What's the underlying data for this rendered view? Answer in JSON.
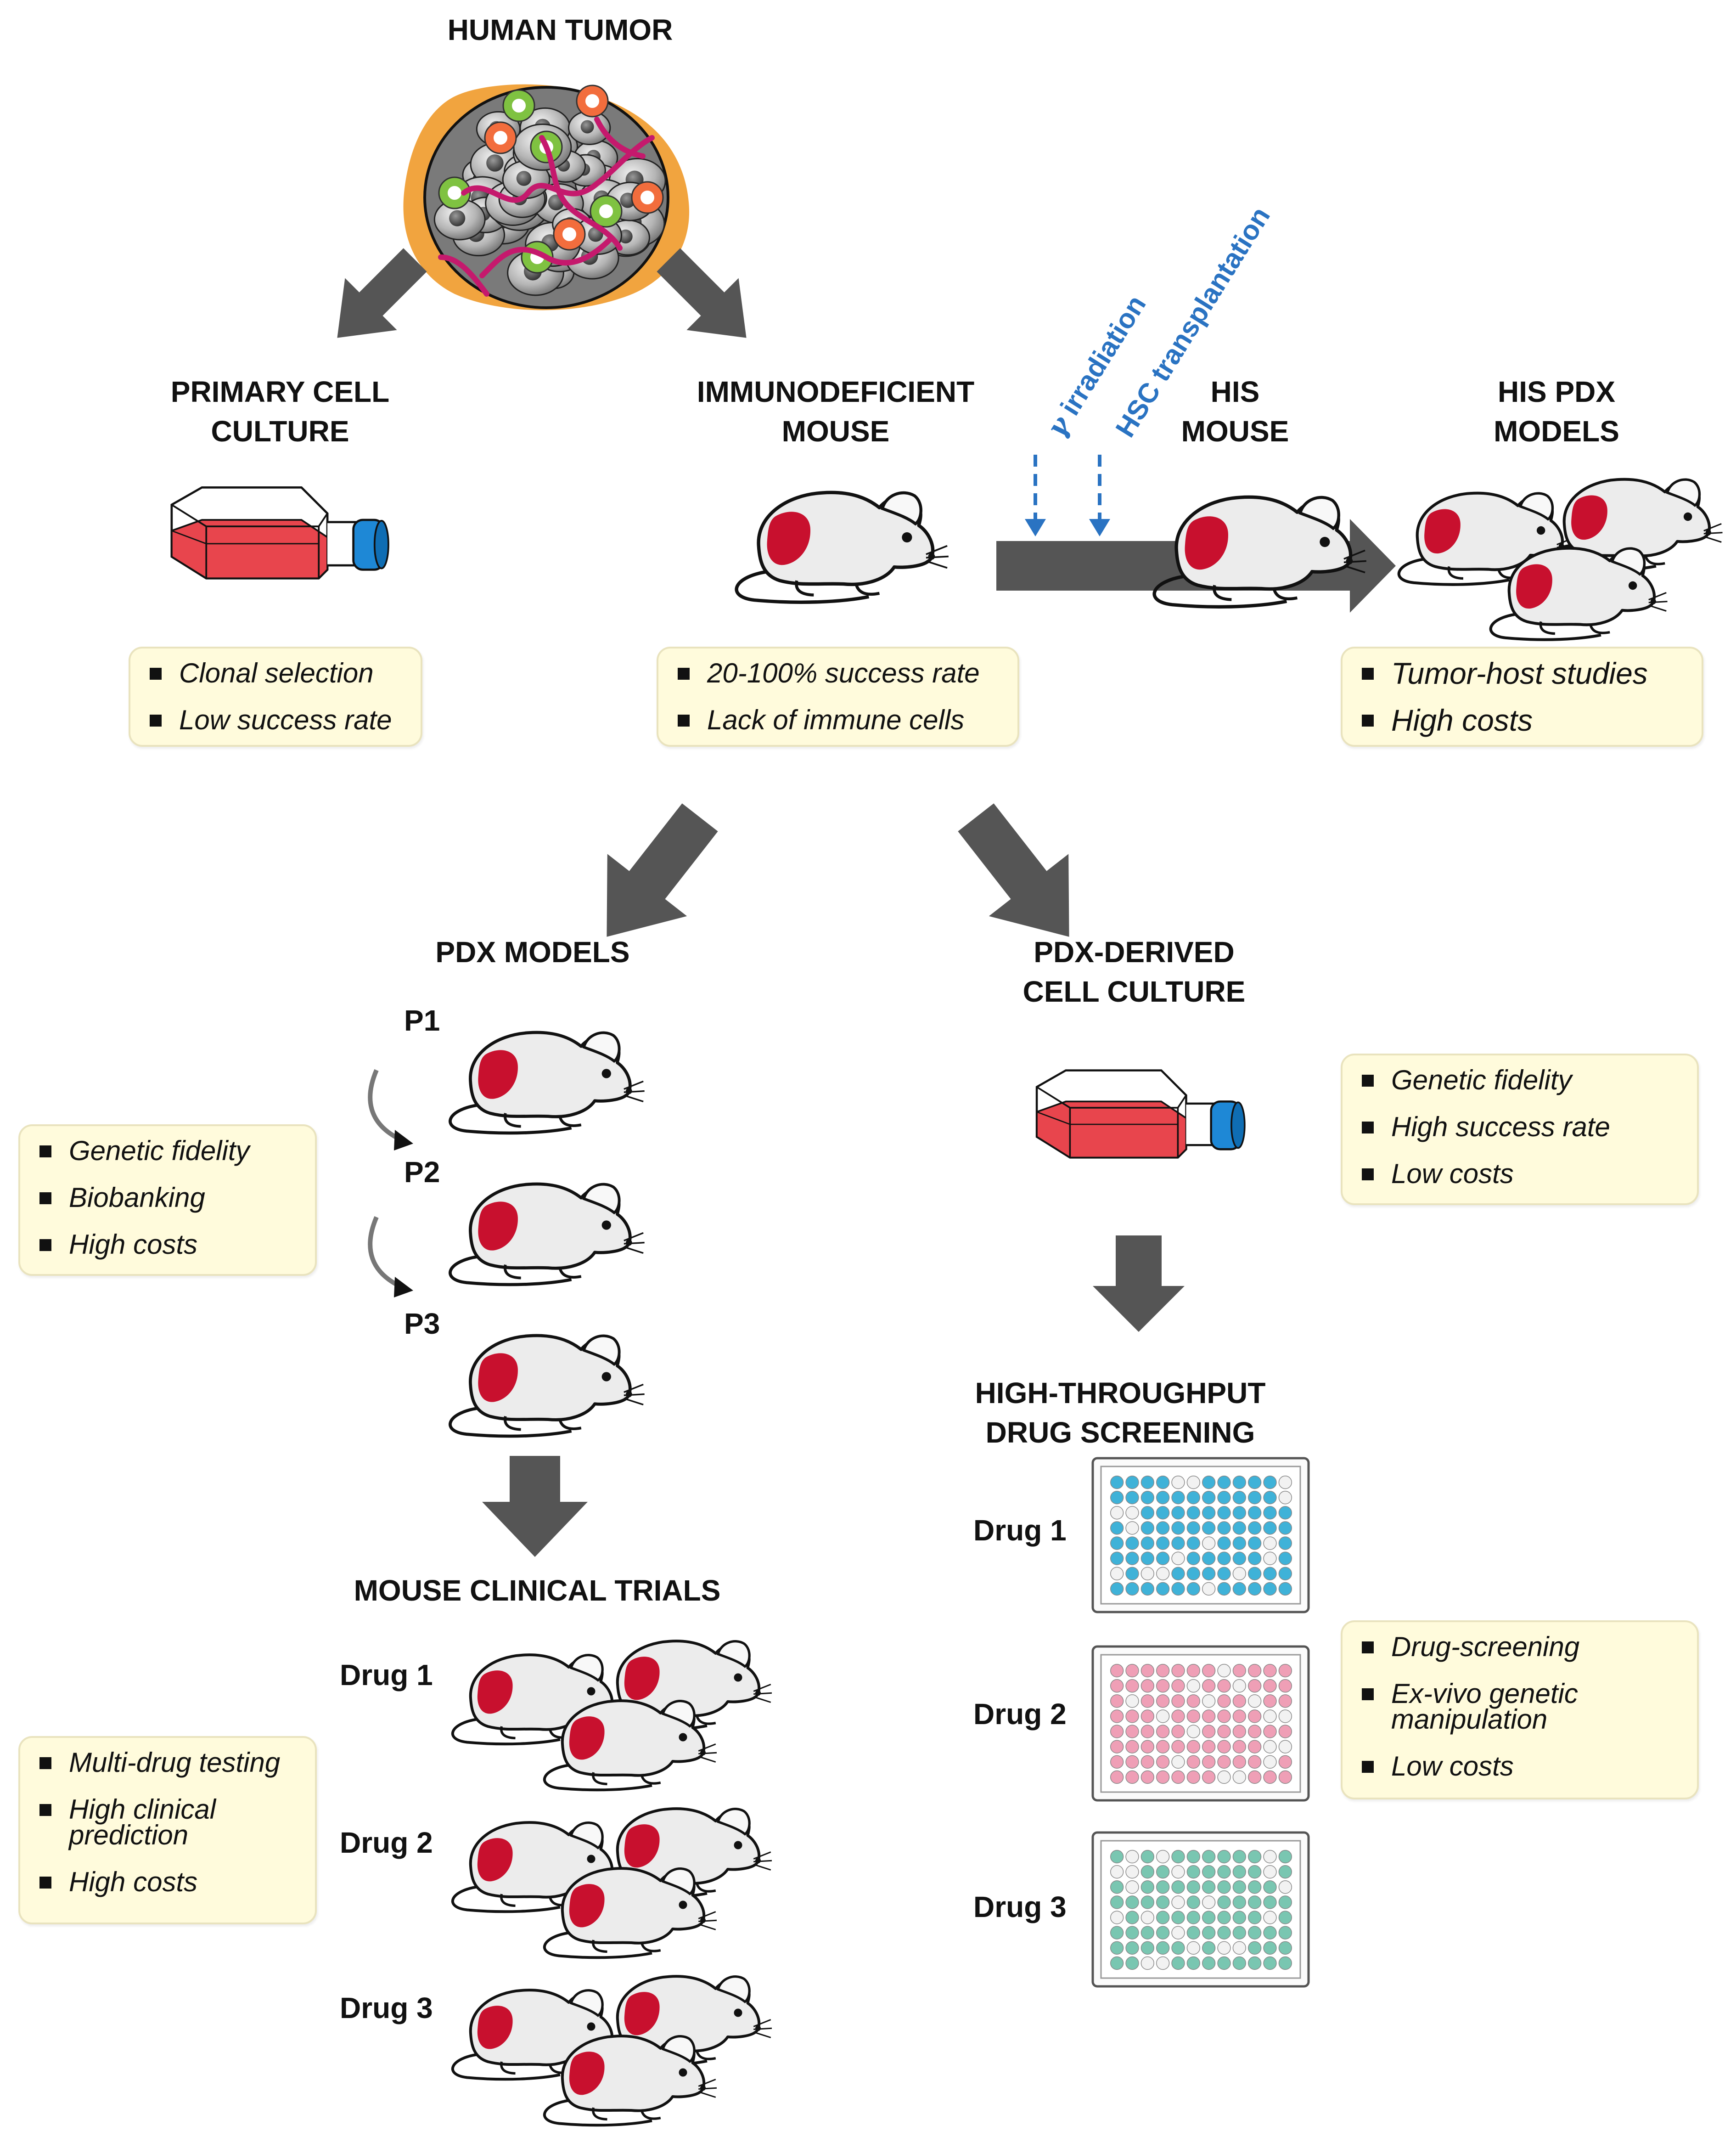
{
  "titles": {
    "human_tumor": "HUMAN TUMOR",
    "primary_l1": "PRIMARY CELL",
    "primary_l2": "CULTURE",
    "immuno_l1": "IMMUNODEFICIENT",
    "immuno_l2": "MOUSE",
    "his_mouse_l1": "HIS",
    "his_mouse_l2": "MOUSE",
    "his_pdx_l1": "HIS PDX",
    "his_pdx_l2": "MODELS",
    "pdx_models": "PDX MODELS",
    "pdx_derived_l1": "PDX-DERIVED",
    "pdx_derived_l2": "CELL CULTURE",
    "hts_l1": "HIGH-THROUGHPUT",
    "hts_l2": "DRUG SCREENING",
    "mct": "MOUSE CLINICAL TRIALS"
  },
  "treatments": {
    "irradiation_symbol": "γ",
    "irradiation": "irradiation",
    "hsc": "HSC transplantation"
  },
  "passages": [
    "P1",
    "P2",
    "P3"
  ],
  "drugs": [
    "Drug 1",
    "Drug 2",
    "Drug 3"
  ],
  "boxes": {
    "primary": [
      "Clonal selection",
      "Low success rate"
    ],
    "immuno": [
      "20-100% success rate",
      "Lack of immune cells"
    ],
    "his_pdx": [
      "Tumor-host studies",
      "High costs"
    ],
    "pdx": [
      "Genetic fidelity",
      "Biobanking",
      "High costs"
    ],
    "pdx_derived": [
      "Genetic fidelity",
      "High success rate",
      "Low costs"
    ],
    "mct": [
      "Multi-drug testing",
      "High clinical prediction",
      "High costs"
    ],
    "hts": [
      "Drug-screening",
      "Ex-vivo genetic manipulation",
      "Low costs"
    ]
  },
  "colors": {
    "arrow": "#555555",
    "tumor_red": "#c8102e",
    "flask_medium": "#e8454d",
    "flask_cap": "#1e88d6",
    "treatment_blue": "#2a73c2",
    "plate_1": "#3fb2d8",
    "plate_2": "#ef9fb6",
    "plate_3": "#79c6b1",
    "box_fill": "#fffbdc"
  }
}
